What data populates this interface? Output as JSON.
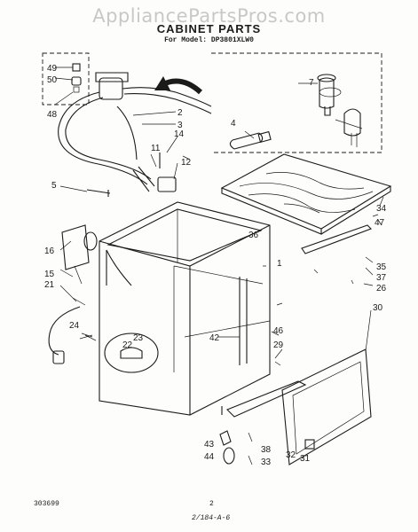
{
  "watermark": "AppliancePartsPros.com",
  "title": "CABINET PARTS",
  "subtitle": "For Model: DP3801XLW0",
  "footer": {
    "left": "303699",
    "center": "2",
    "note": "2/184-A-6"
  },
  "callouts": [
    "1",
    "2",
    "3",
    "4",
    "5",
    "7",
    "11",
    "12",
    "14",
    "15",
    "16",
    "21",
    "22",
    "23",
    "24",
    "26",
    "29",
    "30",
    "31",
    "32",
    "33",
    "34",
    "35",
    "36",
    "37",
    "38",
    "42",
    "43",
    "44",
    "46",
    "47",
    "48",
    "49",
    "50"
  ]
}
